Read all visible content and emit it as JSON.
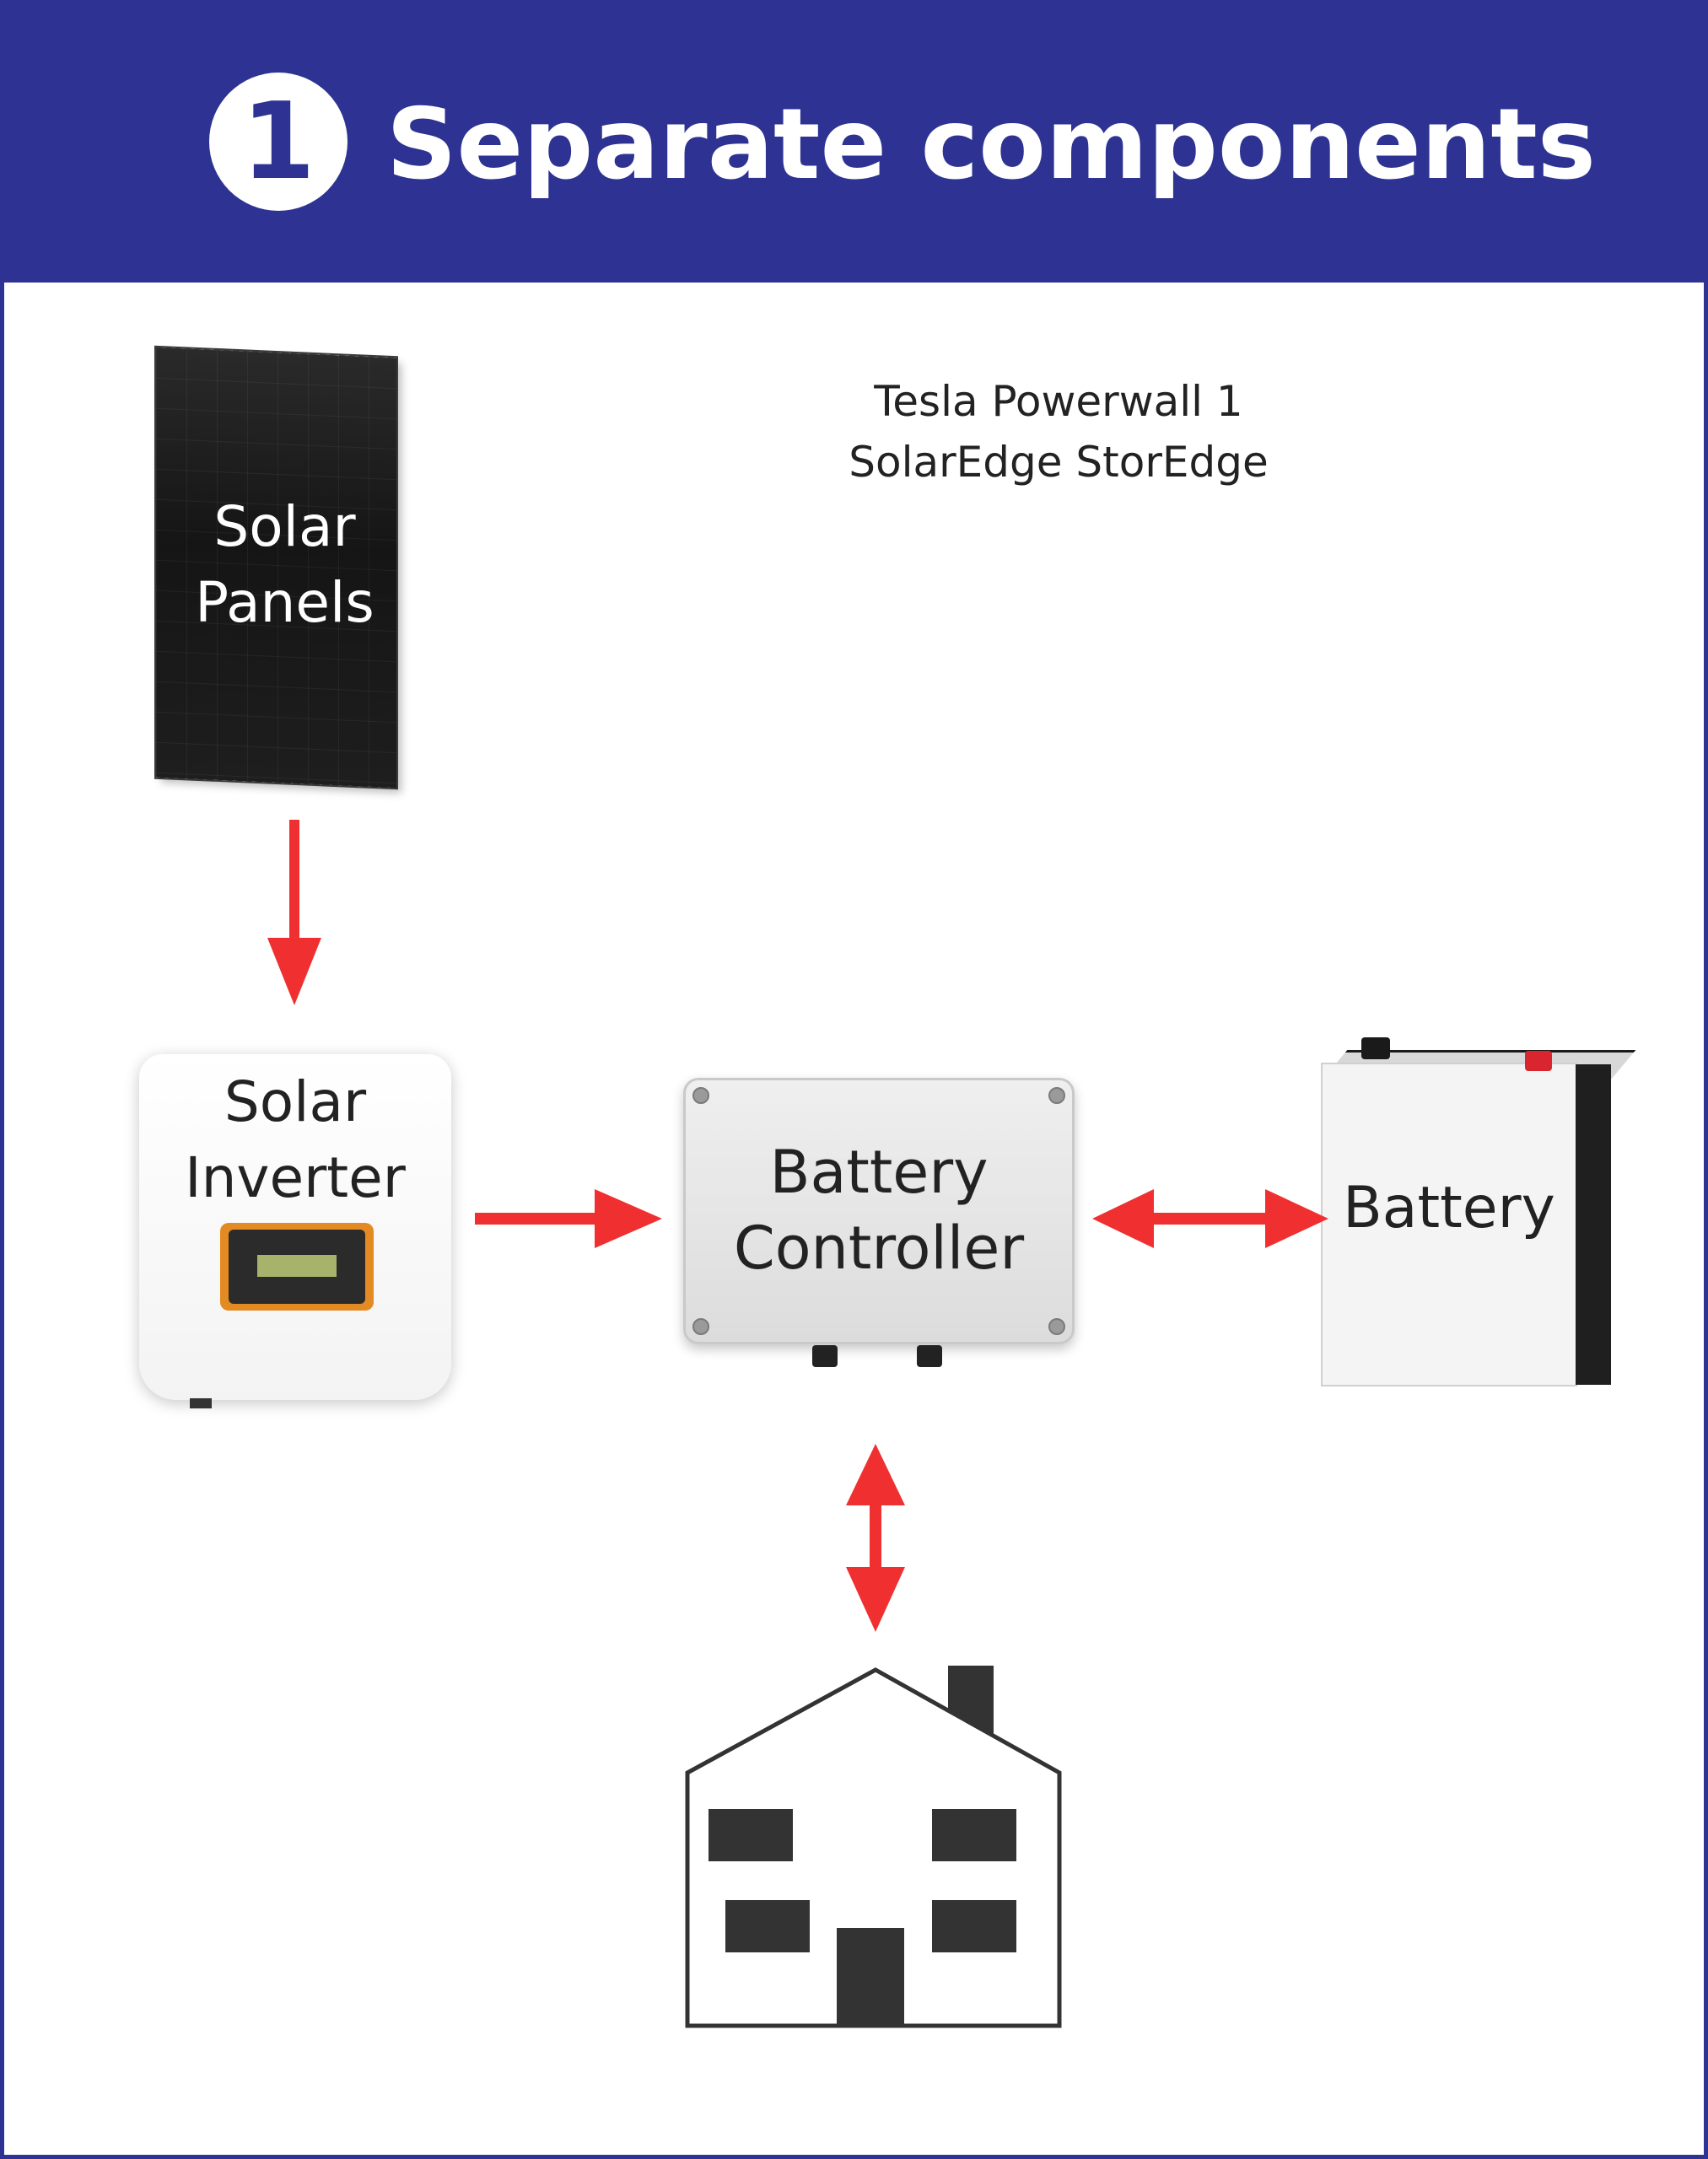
{
  "header": {
    "step_number": "1",
    "title": "Separate components"
  },
  "note": {
    "lines": [
      "Tesla Powerwall 1",
      "SolarEdge StorEdge"
    ]
  },
  "components": {
    "solar_panels": {
      "label_lines": [
        "Solar",
        "Panels"
      ]
    },
    "solar_inverter": {
      "label_lines": [
        "Solar",
        "Inverter"
      ]
    },
    "battery_controller": {
      "label_lines": [
        "Battery",
        "Controller"
      ]
    },
    "battery": {
      "label": "Battery"
    }
  },
  "colors": {
    "header_bg": "#2e3393",
    "arrow": "#f03030",
    "house": "#333333"
  },
  "icons": {
    "house": "house-icon"
  }
}
